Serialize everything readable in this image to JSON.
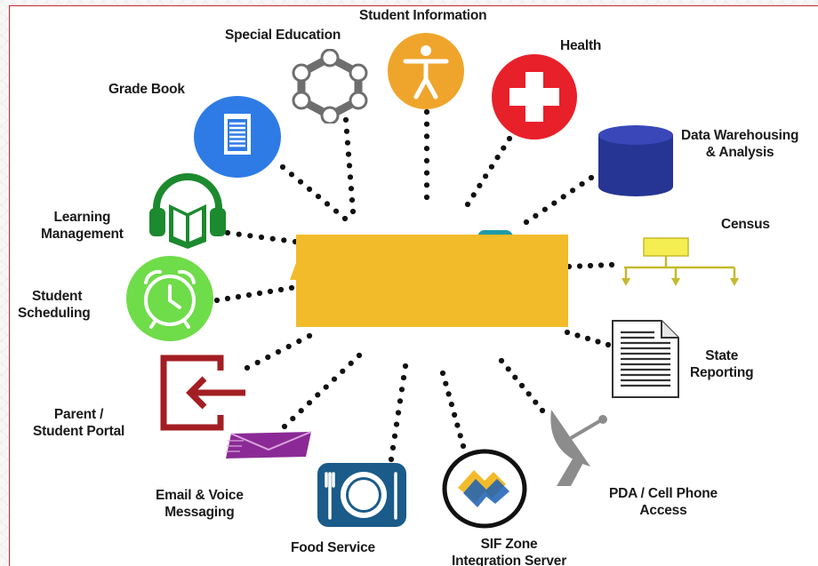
{
  "diagram": {
    "nodes": {
      "student_information": "Student Information",
      "special_education": "Special Education",
      "health": "Health",
      "grade_book": "Grade Book",
      "data_warehousing": [
        "Data Warehousing",
        "& Analysis"
      ],
      "learning_management": [
        "Learning",
        "Management"
      ],
      "census": "Census",
      "student_scheduling": [
        "Student",
        "Scheduling"
      ],
      "state_reporting": [
        "State",
        "Reporting"
      ],
      "parent_student_portal": [
        "Parent /",
        "Student Portal"
      ],
      "email_voice_messaging": [
        "Email & Voice",
        "Messaging"
      ],
      "food_service": "Food Service",
      "sif_zone": [
        "SIF Zone",
        "Integration Server"
      ],
      "pda_cell_phone": [
        "PDA / Cell Phone",
        "Access"
      ]
    },
    "colors": {
      "hub": "#f2bb2a",
      "frame_border": "#c2282e",
      "student_information": "#efa52b",
      "health": "#e8202a",
      "grade_book": "#2f7be5",
      "data_warehousing": "#263494",
      "learning_management": "#1c8a2e",
      "census": "#f4ee52",
      "student_scheduling": "#6fdc4a",
      "parent_portal": "#a31e22",
      "email": "#8b2a96",
      "food_service": "#1a5b8a",
      "sif_zone": "#1a5fb5",
      "pda_dish": "#8c8c8c"
    },
    "icons": {
      "special_education": "hexagon-ring-icon",
      "student_information": "person-icon",
      "health": "medical-cross-icon",
      "grade_book": "document-icon",
      "data_warehousing": "database-icon",
      "learning_management": "headphones-book-icon",
      "census": "org-chart-icon",
      "student_scheduling": "clock-icon",
      "state_reporting": "report-document-icon",
      "parent_student_portal": "portal-arrow-icon",
      "email_voice_messaging": "envelope-icon",
      "food_service": "plate-icon",
      "sif_zone": "sif-logo-icon",
      "pda_cell_phone": "satellite-dish-icon"
    }
  }
}
